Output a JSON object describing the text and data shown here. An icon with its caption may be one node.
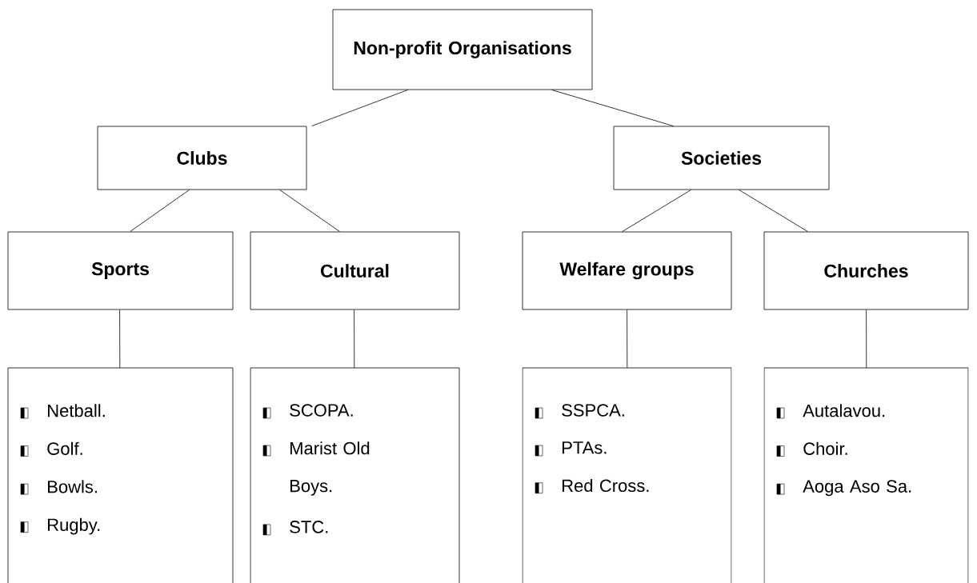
{
  "diagram": {
    "nodes": [
      {
        "text": [
          "Non-profit Organisations"
        ]
      },
      {
        "text": [
          "Clubs"
        ]
      },
      {
        "text": [
          "Societies"
        ]
      },
      {
        "text": [
          "Sports"
        ]
      },
      {
        "text": [
          "Cultural"
        ]
      },
      {
        "text": [
          "Welfare groups"
        ]
      },
      {
        "text": [
          "Churches"
        ]
      },
      {
        "text": [
          "Netball.",
          "Golf.",
          "Bowls.",
          "Rugby."
        ]
      },
      {
        "text": [
          "SCOPA.",
          "Marist Old Boys.",
          "STC."
        ]
      },
      {
        "text": [
          "SSPCA.",
          "PTAs.",
          "Red Cross."
        ]
      },
      {
        "text": [
          "Autalavou.",
          "Choir.",
          "Aoga Aso Sa."
        ]
      }
    ],
    "edges": [
      {
        "from": 0,
        "to": 1,
        "arrow": "none"
      },
      {
        "from": 0,
        "to": 2,
        "arrow": "none"
      },
      {
        "from": 1,
        "to": 3,
        "arrow": "none"
      },
      {
        "from": 1,
        "to": 4,
        "arrow": "none"
      },
      {
        "from": 2,
        "to": 5,
        "arrow": "none"
      },
      {
        "from": 2,
        "to": 6,
        "arrow": "none"
      },
      {
        "from": 3,
        "to": 7,
        "arrow": "none"
      },
      {
        "from": 4,
        "to": 8,
        "arrow": "none"
      },
      {
        "from": 5,
        "to": 9,
        "arrow": "none"
      },
      {
        "from": 6,
        "to": 10,
        "arrow": "none"
      }
    ]
  }
}
